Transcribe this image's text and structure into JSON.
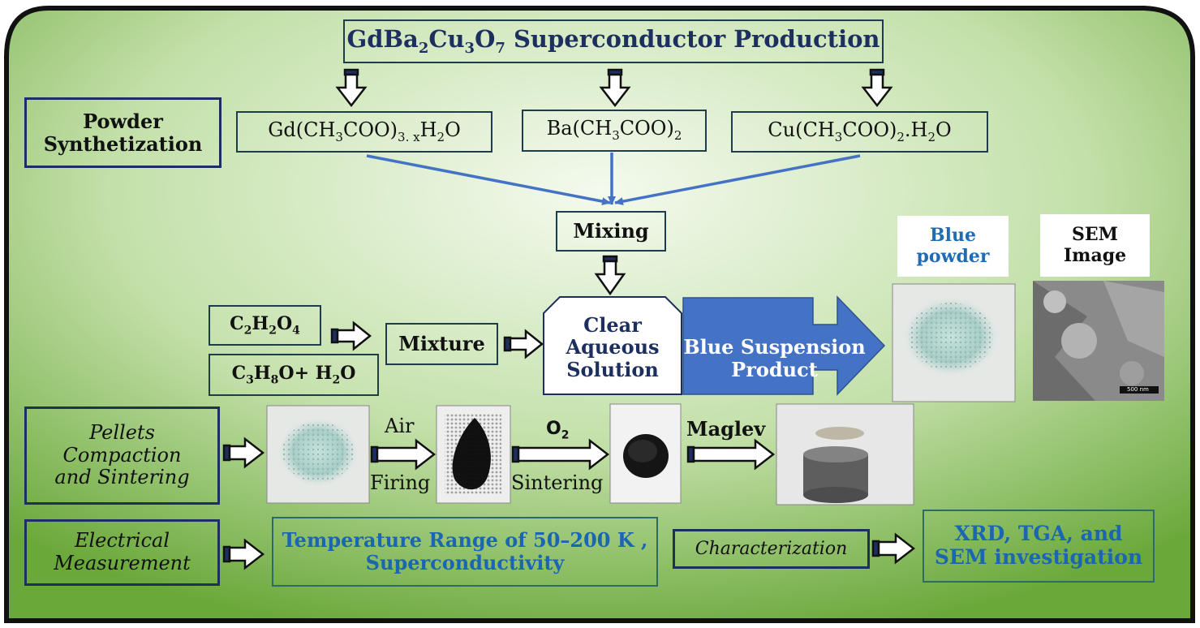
{
  "title": {
    "pre": "GdBa",
    "s1": "2",
    "mid1": "Cu",
    "s2": "3",
    "mid2": "O",
    "s3": "7",
    "post": " Superconductor Production"
  },
  "stages": {
    "powder_synthetization": [
      "Powder",
      "Synthetization"
    ],
    "pellets": [
      "Pellets",
      "Compaction",
      "and Sintering"
    ],
    "electrical": [
      "Electrical",
      "Measurement"
    ]
  },
  "precursors": {
    "gd": {
      "a": "Gd(CH",
      "s1": "3",
      "b": "COO)",
      "s2": "3. x",
      "c": "H",
      "s3": "2",
      "d": "O"
    },
    "ba": {
      "a": "Ba(CH",
      "s1": "3",
      "b": "COO)",
      "s2": "2"
    },
    "cu": {
      "a": "Cu(CH",
      "s1": "3",
      "b": "COO)",
      "s2": "2",
      "c": ".H",
      "s3": "2",
      "d": "O"
    }
  },
  "mixing": "Mixing",
  "reagents": {
    "oxalic": {
      "a": "C",
      "s1": "2",
      "b": "H",
      "s2": "2",
      "c": "O",
      "s3": "4"
    },
    "propanol": {
      "a": "C",
      "s1": "3",
      "b": "H",
      "s2": "8",
      "c": "O+ H",
      "s3": "2",
      "d": "O"
    }
  },
  "mixture": "Mixture",
  "clear_solution": [
    "Clear",
    "Aqueous",
    "Solution"
  ],
  "blue_suspension": [
    "Blue Suspension",
    "Product"
  ],
  "blue_powder": [
    "Blue",
    "powder"
  ],
  "sem_image": [
    "SEM",
    "Image"
  ],
  "sem_scale": "500 nm",
  "process": {
    "air": "Air",
    "firing": "Firing",
    "o2": "O",
    "o2_sub": "2",
    "sintering": "Sintering",
    "maglev": "Maglev"
  },
  "temperature": [
    "Temperature Range of 50–200 K ,",
    "Superconductivity"
  ],
  "characterization": "Characterization",
  "xrd": [
    "XRD,  TGA, and",
    "SEM investigation"
  ],
  "colors": {
    "bg_top": "#f6fbf2",
    "bg_bottom": "#6fae3c",
    "arrow_blue": "#4472c4",
    "suspension": "#4472c4",
    "navy": "#1d2f5e",
    "text_blue": "#1f6cb5"
  }
}
